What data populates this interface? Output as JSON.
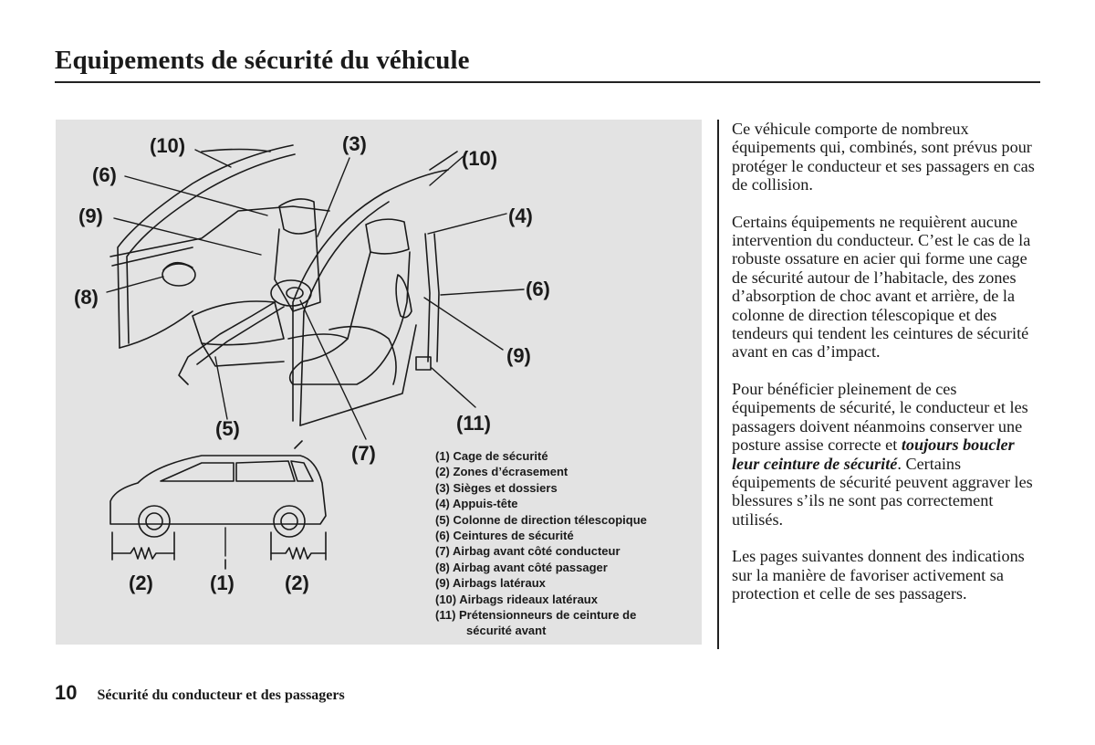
{
  "page": {
    "title": "Equipements de sécurité du véhicule",
    "page_number": "10",
    "footer_section": "Sécurité du conducteur et des passagers"
  },
  "figure": {
    "callouts": {
      "c10a": "(10)",
      "c3": "(3)",
      "c10b": "(10)",
      "c6a": "(6)",
      "c9a": "(9)",
      "c4": "(4)",
      "c8": "(8)",
      "c6b": "(6)",
      "c9b": "(9)",
      "c5": "(5)",
      "c11": "(11)",
      "c7": "(7)",
      "c2a": "(2)",
      "c1": "(1)",
      "c2b": "(2)"
    },
    "legend": [
      "(1) Cage de sécurité",
      "(2) Zones d’écrasement",
      "(3) Sièges et dossiers",
      "(4) Appuis-tête",
      "(5) Colonne de direction télescopique",
      "(6) Ceintures de sécurité",
      "(7) Airbag avant côté conducteur",
      "(8) Airbag avant côté passager",
      "(9) Airbags latéraux",
      "(10) Airbags rideaux latéraux",
      "(11) Prétensionneurs de ceinture de",
      "sécurité avant"
    ]
  },
  "text": {
    "p1": "Ce véhicule comporte de nombreux équipements qui, combinés, sont prévus pour protéger le conducteur et ses passagers en cas de collision.",
    "p2": "Certains équipements ne requièrent aucune intervention du conducteur. C’est le cas de la robuste ossature en acier qui forme une cage de sécurité autour de l’habitacle, des zones d’absorption de choc avant et arrière, de la colonne de direction télescopique et des tendeurs qui tendent les ceintures de sécurité avant en cas d’impact.",
    "p3_before": "Pour bénéficier pleinement de ces équipements de sécurité, le conducteur et les passagers doivent néanmoins conserver une posture assise correcte et ",
    "p3_emphasis": "toujours boucler leur ceinture de sécurité",
    "p3_after": ". Certains équipements de sécurité peuvent aggraver les blessures s’ils ne sont pas correctement utilisés.",
    "p4": "Les pages suivantes donnent des indications sur la manière de favoriser activement sa protection et celle de ses passagers."
  }
}
